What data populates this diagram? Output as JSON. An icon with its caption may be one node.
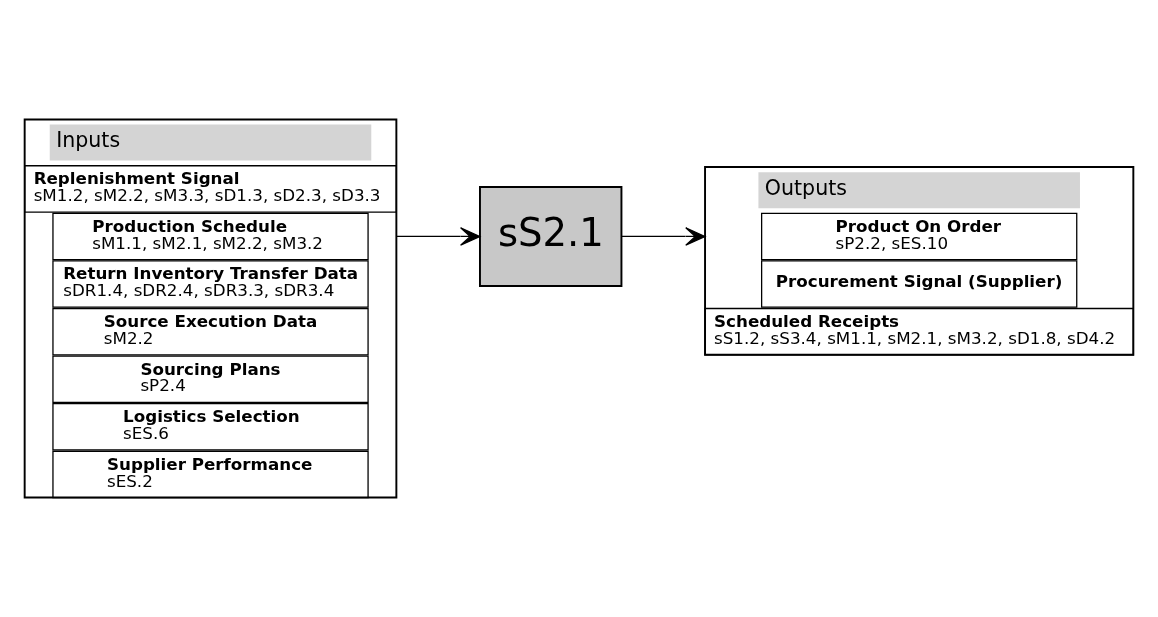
{
  "diagram": {
    "nodes": [
      {
        "text": [
          "Inputs"
        ]
      },
      {
        "text": [
          "Replenishment Signal",
          "sM1.2, sM2.2, sM3.3, sD1.3, sD2.3, sD3.3"
        ],
        "in": 0
      },
      {
        "text": [
          "Production Schedule",
          "sM1.1, sM2.1, sM2.2, sM3.2"
        ],
        "in": 0
      },
      {
        "text": [
          "Return Inventory Transfer Data",
          "sDR1.4, sDR2.4, sDR3.3, sDR3.4"
        ],
        "in": 0
      },
      {
        "text": [
          "Source Execution Data",
          "sM2.2"
        ],
        "in": 0
      },
      {
        "text": [
          "Sourcing Plans",
          "sP2.4"
        ],
        "in": 0
      },
      {
        "text": [
          "Logistics Selection",
          "sES.6"
        ],
        "in": 0
      },
      {
        "text": [
          "Supplier Performance",
          "sES.2"
        ],
        "in": 0
      },
      {
        "text": [
          "sS2.1"
        ]
      },
      {
        "text": [
          "Outputs"
        ]
      },
      {
        "text": [
          "Product On Order",
          "sP2.2, sES.10"
        ],
        "in": 9
      },
      {
        "text": [
          "Procurement Signal (Supplier)"
        ],
        "in": 9
      },
      {
        "text": [
          "Scheduled Receipts",
          "sS1.2, sS3.4, sM1.1, sM2.1, sM3.2, sD1.8, sD4.2"
        ],
        "in": 9
      }
    ],
    "edges": [
      {
        "from": 0,
        "to": 8,
        "arrow": "to"
      },
      {
        "from": 8,
        "to": 9,
        "arrow": "to"
      }
    ]
  }
}
